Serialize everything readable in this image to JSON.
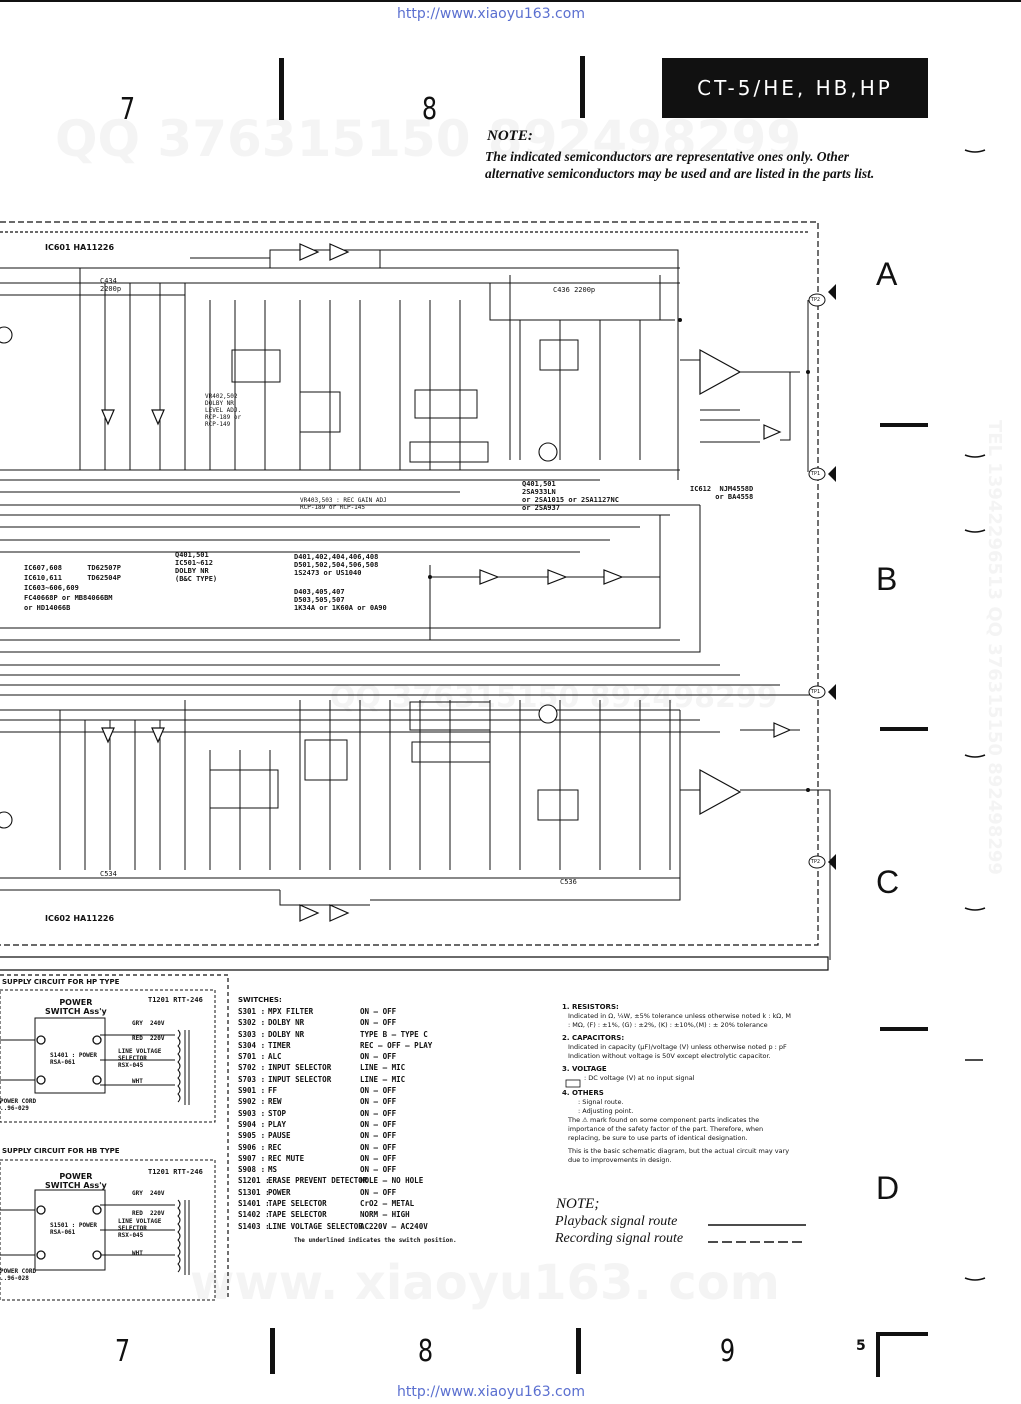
{
  "header": {
    "url_top": "http://www.xiaoyu163.com",
    "model_label": "CT-5/HE, HB,HP",
    "column_numbers": [
      "7",
      "8"
    ]
  },
  "footer": {
    "url_bottom": "http://www.xiaoyu163.com",
    "column_numbers": [
      "7",
      "8",
      "9"
    ],
    "page_number": "5"
  },
  "row_letters": [
    "A",
    "B",
    "C",
    "D"
  ],
  "note_top": {
    "title": "NOTE:",
    "body": "The indicated semiconductors are representative ones only. Other alternative semiconductors may be used and are listed in the parts list."
  },
  "watermarks": {
    "qq_top": "QQ 376315150   892498299",
    "qq_mid": "QQ 376315150   892498299",
    "side": "TEL 13942296513 QQ 376315150 892498299",
    "bottom": "www. xiaoyu163. com"
  },
  "schematic": {
    "ic601": "IC601  HA11226",
    "ic602": "IC602  HA11226",
    "ic612": "IC612  NJM4558D\n      or BA4558",
    "q401": "Q401,501\n2SA933LN\nor 2SA1015 or 2SA1127NC\nor 2SA937",
    "q501_list": "Q401,501\nIC501~612\nDOLBY NR\n(B&C TYPE)",
    "ic_types": "IC607,608      TD62507P\nIC610,611      TD62504P\nIC603~606,609\nFC40668P or MB84066BM\nor HD14066B",
    "diodes": "D401,402,404,406,408\nD501,502,504,506,508\n1S2473 or US1040",
    "diodes2": "D403,405,407\nD503,505,507\n1K34A or 1K60A or 0A90",
    "vr_rec": "VR403,503 : REC GAIN ADJ\nRCP-189 or RCP-145",
    "vr_dolby": "VR402,502\nDOLBY NR\nLEVEL ADJ.\nRCP-189 or\nRCP-149",
    "c436": "C436  2200p",
    "c434": "C434\n2200p",
    "c536": "C536",
    "c534": "C534",
    "tp_labels": [
      "TP2",
      "TP1",
      "TP1",
      "TP2"
    ]
  },
  "power_hp": {
    "title": "SUPPLY CIRCUIT FOR HP TYPE",
    "switch": "POWER\nSWITCH Ass'y",
    "transformer": "T1201  RTT-246",
    "selector": "LINE VOLTAGE\nSELECTOR\nRSX-045",
    "s1401": "S1401 : POWER\nRSA-061",
    "cord": "POWER CORD\n..96-029",
    "taps": [
      "GRY",
      "240V",
      "RED",
      "220V",
      "WHT"
    ]
  },
  "power_hb": {
    "title": "SUPPLY CIRCUIT FOR HB TYPE",
    "switch": "POWER\nSWITCH Ass'y",
    "transformer": "T1201  RTT-246",
    "selector": "LINE VOLTAGE\nSELECTOR\nRSX-045",
    "s1401": "S1501 : POWER\nRSA-061",
    "cord": "POWER CORD\n..96-028",
    "taps": [
      "GRY",
      "240V",
      "RED",
      "220V",
      "WHT"
    ]
  },
  "switches": {
    "title": "SWITCHES:",
    "rows": [
      {
        "id": "S301 :",
        "name": "MPX FILTER",
        "val": "ON — OFF"
      },
      {
        "id": "S302 :",
        "name": "DOLBY NR",
        "val": "ON — OFF"
      },
      {
        "id": "S303 :",
        "name": "DOLBY NR",
        "val": "TYPE B — TYPE C"
      },
      {
        "id": "S304 :",
        "name": "TIMER",
        "val": "REC — OFF — PLAY"
      },
      {
        "id": "S701 :",
        "name": "ALC",
        "val": "ON — OFF"
      },
      {
        "id": "S702 :",
        "name": "INPUT SELECTOR",
        "val": "LINE — MIC"
      },
      {
        "id": "S703 :",
        "name": "INPUT SELECTOR",
        "val": "LINE — MIC"
      },
      {
        "id": "S901 :",
        "name": "FF",
        "val": "ON — OFF"
      },
      {
        "id": "S902 :",
        "name": "REW",
        "val": "ON — OFF"
      },
      {
        "id": "S903 :",
        "name": "STOP",
        "val": "ON — OFF"
      },
      {
        "id": "S904 :",
        "name": "PLAY",
        "val": "ON — OFF"
      },
      {
        "id": "S905 :",
        "name": "PAUSE",
        "val": "ON — OFF"
      },
      {
        "id": "S906 :",
        "name": "REC",
        "val": "ON — OFF"
      },
      {
        "id": "S907 :",
        "name": "REC MUTE",
        "val": "ON — OFF"
      },
      {
        "id": "S908 :",
        "name": "MS",
        "val": "ON — OFF"
      },
      {
        "id": "S1201 :",
        "name": "ERASE PREVENT DETECTOR",
        "val": "HOLE — NO HOLE"
      },
      {
        "id": "S1301 :",
        "name": "POWER",
        "val": "ON — OFF"
      },
      {
        "id": "S1401 :",
        "name": "TAPE SELECTOR",
        "val": "CrO2 — METAL"
      },
      {
        "id": "S1402 :",
        "name": "TAPE SELECTOR",
        "val": "NORM — HIGH"
      },
      {
        "id": "S1403 :",
        "name": "LINE VOLTAGE SELECTOR",
        "val": "AC220V — AC240V"
      }
    ],
    "footnote": "The underlined indicates the switch position."
  },
  "notes_right": {
    "n1_title": "1. RESISTORS:",
    "n1": "Indicated in Ω, ¼W, ±5% tolerance unless otherwise noted k : kΩ, M : MΩ, (F) : ±1%, (G) : ±2%, (K) : ±10%,(M) : ± 20% tolerance",
    "n2_title": "2. CAPACITORS:",
    "n2": "Indicated in capacity (µF)/voltage (V) unless otherwise noted p : pF Indication without voltage is 50V except electrolytic capacitor.",
    "n3_title": "3. VOLTAGE",
    "n3": ": DC voltage (V) at no input signal",
    "n4_title": "4. OTHERS",
    "n4a": ": Signal route.",
    "n4b": ": Adjusting point.",
    "n4c": "The ⚠ mark found on some component parts indicates the importance of the safety factor of the part. Therefore, when replacing, be sure to use parts of identical designation.",
    "n4d": "This is the basic schematic diagram, but the actual circuit may vary due to improvements in design."
  },
  "legend": {
    "title": "NOTE;",
    "playback": "Playback signal route",
    "recording": "Recording signal route"
  }
}
